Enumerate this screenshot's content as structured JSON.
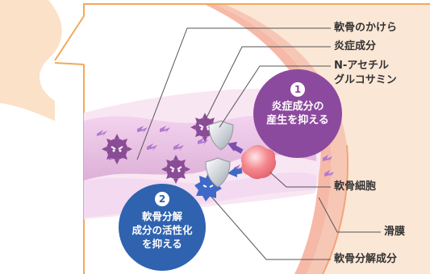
{
  "labels": {
    "cartilage_fragments": "軟骨のかけら",
    "inflammatory_component": "炎症成分",
    "nag_line1": "N-アセチル",
    "nag_line2": "グルコサミン",
    "chondrocyte": "軟骨細胞",
    "synovium": "滑膜",
    "degradation_component": "軟骨分解成分"
  },
  "badge1": {
    "number": "1",
    "line1": "炎症成分の",
    "line2": "産生を抑える",
    "color": "#8c4a9e"
  },
  "badge2": {
    "number": "2",
    "line1": "軟骨分解",
    "line2": "成分の活性化",
    "line3": "を抑える",
    "color": "#2f63b0"
  },
  "colors": {
    "frame": "#f3a85a",
    "skin": "#fbe1c8",
    "synovium_band": "#f7c7b6",
    "cartilage": "#e7b6dc",
    "germ": "#8a4c96",
    "cell": "#ef7d83",
    "shield": "#b8bcc3",
    "arrow_purple": "#7a4fb0",
    "arrow_blue": "#3f69c8"
  },
  "icons": [
    "germ-icon",
    "shield-icon",
    "chondrocyte-icon",
    "blue-enzyme-icon",
    "lightning-icon"
  ]
}
